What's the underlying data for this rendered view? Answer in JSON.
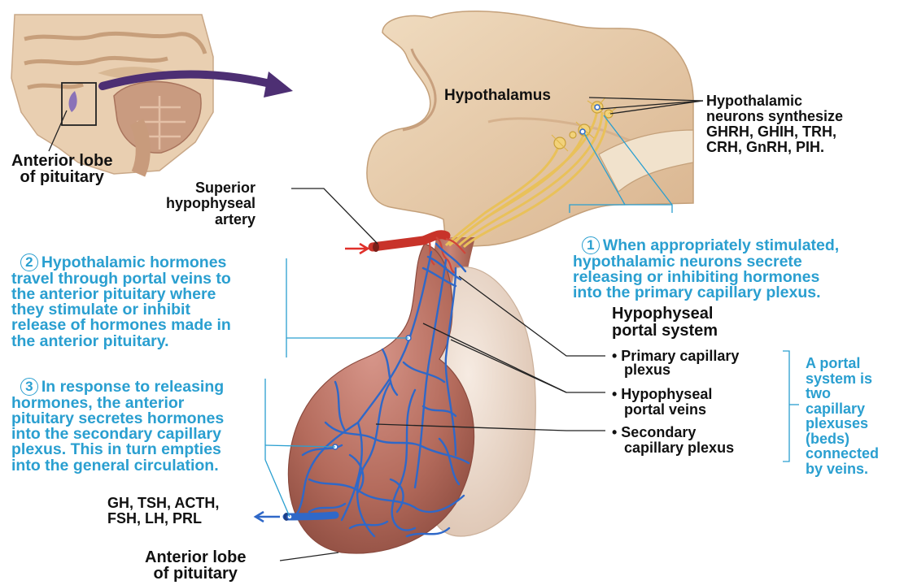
{
  "labels": {
    "hypothalamus": "Hypothalamus",
    "neurons_synthesize": "Hypothalamic\nneurons synthesize\nGHRH, GHIH, TRH,\nCRH, GnRH, PIH.",
    "anterior_lobe_inset": "Anterior lobe\nof pituitary",
    "superior_artery": "Superior\nhypophyseal\nartery",
    "portal_system_title": "Hypophyseal\nportal system",
    "primary_plexus": "• Primary capillary\n   plexus",
    "portal_veins": "• Hypophyseal\n   portal veins",
    "secondary_plexus": "• Secondary\n   capillary plexus",
    "portal_definition": "A portal\nsystem is\ntwo\ncapillary\nplexuses\n(beds)\nconnected\nby veins.",
    "hormones_out": "GH, TSH, ACTH,\nFSH, LH, PRL",
    "anterior_lobe_bottom": "Anterior lobe\nof pituitary"
  },
  "steps": [
    {
      "number": "1",
      "text": "When appropriately stimulated,\nhypothalamic neurons secrete\nreleasing or inhibiting hormones\ninto the primary capillary plexus."
    },
    {
      "number": "2",
      "text": "Hypothalamic hormones\ntravel through portal veins to\nthe anterior pituitary where\nthey stimulate or inhibit\nrelease of hormones made in\nthe anterior pituitary."
    },
    {
      "number": "3",
      "text": "In response to releasing\nhormones, the anterior\npituitary secretes hormones\ninto the secondary capillary\nplexus. This in turn empties\ninto the general circulation."
    }
  ],
  "colors": {
    "step_text": "#2a9fd0",
    "vessel": "#2f68c8",
    "artery": "#c8332a",
    "neuron": "#e9c15a",
    "pituitary": "#b9705e",
    "posterior_lobe": "#ead4c2",
    "hypothalamus_tissue": "#e8c9a4",
    "leader_line": "#222222"
  },
  "icons": [
    "sagittal-brain-inset",
    "curved-pointer-arrow",
    "arterial-inflow-arrow",
    "hormone-outflow-arrow"
  ]
}
